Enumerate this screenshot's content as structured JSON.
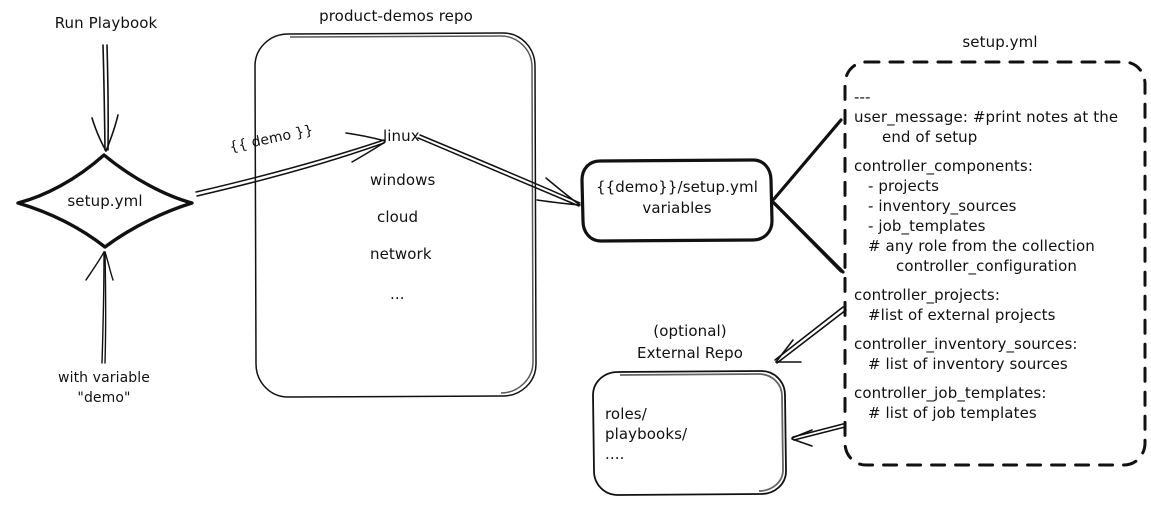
{
  "diagram": {
    "title": "Ansible product-demos setup.yml flow",
    "stroke_color": "#111111",
    "background": "#ffffff"
  },
  "labels": {
    "run_playbook": "Run Playbook",
    "with_variable_line1": "with variable",
    "with_variable_line2": "\"demo\"",
    "demo_var_edge": "{{ demo }}",
    "repo_title": "product-demos repo",
    "setup_yml_title": "setup.yml",
    "external_repo_line1": "(optional)",
    "external_repo_line2": "External Repo"
  },
  "nodes": {
    "entry_diamond": {
      "label": "setup.yml",
      "shape": "diamond"
    },
    "repo_box": {
      "shape": "rounded-rect",
      "items": [
        "linux",
        "windows",
        "cloud",
        "network",
        "..."
      ]
    },
    "vars_box": {
      "shape": "rounded-rect",
      "line1": "{{demo}}/setup.yml",
      "line2": "variables"
    },
    "external_repo_box": {
      "shape": "rounded-rect",
      "items": [
        "roles/",
        "playbooks/",
        "...."
      ]
    },
    "setup_yml_dashed_box": {
      "shape": "dashed-rounded-rect",
      "lines": [
        {
          "text": "---",
          "indent": 0
        },
        {
          "text": "user_message: #print notes at the",
          "indent": 0
        },
        {
          "text": "end of setup",
          "indent": 2
        },
        {
          "text": "",
          "indent": 0
        },
        {
          "text": "controller_components:",
          "indent": 0
        },
        {
          "text": "- projects",
          "indent": 1
        },
        {
          "text": "- inventory_sources",
          "indent": 1
        },
        {
          "text": "- job_templates",
          "indent": 1
        },
        {
          "text": "# any role from the collection",
          "indent": 1
        },
        {
          "text": "controller_configuration",
          "indent": 3
        },
        {
          "text": "",
          "indent": 0
        },
        {
          "text": "controller_projects:",
          "indent": 0
        },
        {
          "text": "#list of external projects",
          "indent": 1
        },
        {
          "text": "",
          "indent": 0
        },
        {
          "text": "controller_inventory_sources:",
          "indent": 0
        },
        {
          "text": "# list of inventory sources",
          "indent": 1
        },
        {
          "text": "",
          "indent": 0
        },
        {
          "text": "controller_job_templates:",
          "indent": 0
        },
        {
          "text": "# list of job templates",
          "indent": 1
        }
      ]
    }
  }
}
